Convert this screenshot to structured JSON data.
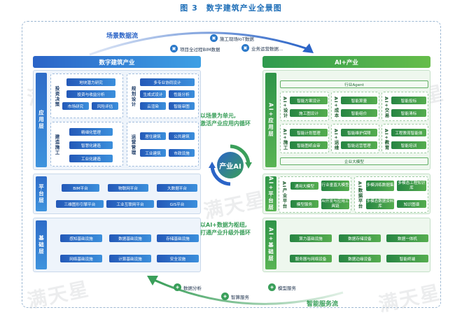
{
  "figure": {
    "number": "图 3",
    "title": "数字建筑产业全景图"
  },
  "top_flow": {
    "label": "场景数据流",
    "items": [
      "施工现场IoT数据",
      "项目全过程BIM数据",
      "业务运营数据..."
    ]
  },
  "bottom_flow": {
    "label": "智能服务流",
    "items": [
      "数据分析",
      "智算服务",
      "模型服务"
    ]
  },
  "left_panel": {
    "header": "数字建筑产业",
    "app_layer": {
      "label": "应用层",
      "groups": [
        {
          "label": "投资决策",
          "items": [
            "地块潜力研究",
            "投资与收益分析",
            "市场研究",
            "风险评估"
          ]
        },
        {
          "label": "规划设计",
          "items": [
            "多专业协同设计",
            "生成式设计",
            "性能分析",
            "云渲染",
            "智能审图"
          ]
        },
        {
          "label": "建造施工",
          "items": [
            "精细化管理",
            "智慧化建造",
            "工业化建造"
          ]
        },
        {
          "label": "运营管理",
          "items": [
            "居住建筑",
            "公共建筑",
            "工业建筑",
            "市政设施"
          ]
        }
      ]
    },
    "platform_layer": {
      "label": "平台层",
      "items": [
        "BIM平台",
        "物联网平台",
        "大数据平台",
        "三维图形引擎平台",
        "工业互联网平台",
        "GIS平台"
      ]
    },
    "base_layer": {
      "label": "基础层",
      "items": [
        "感知基础设施",
        "数据基础设施",
        "存储基础设施",
        "网络基础设施",
        "计算基础设施",
        "安全设施"
      ]
    }
  },
  "right_panel": {
    "header": "AI+产业",
    "agent_bar": "行业Agent",
    "model_bar": "企业大模型",
    "app_layer": {
      "label": "AI+应用层",
      "groups": [
        {
          "label": "AI+设计",
          "items": [
            "智能方案设计",
            "施工图设计"
          ]
        },
        {
          "label": "AI+成本",
          "items": [
            "智能算量",
            "智能组价"
          ]
        },
        {
          "label": "AI+交易",
          "items": [
            "智能投标",
            "智能清标"
          ]
        },
        {
          "label": "AI+施工",
          "items": [
            "智能计划管理",
            "智能图纸会审"
          ]
        },
        {
          "label": "AI+运维",
          "items": [
            "智能维护保障",
            "智能运营管理"
          ]
        },
        {
          "label": "AI+教育",
          "items": [
            "工程教育智能体",
            "智能培训"
          ]
        }
      ]
    },
    "platform_layer": {
      "label": "AI+平台层",
      "groups": [
        {
          "label": "AI产业平台",
          "items": [
            "通用大模型",
            "行业垂直大模型",
            "模型服务"
          ]
        },
        {
          "label": "",
          "items": [
            "AI开发与应用工具链"
          ]
        },
        {
          "label": "AI数据平台",
          "items": [
            "多模训练数据集",
            "多模态数据资料库"
          ]
        },
        {
          "label": "",
          "items": [
            "多模态工程知识库",
            "知识图谱"
          ]
        }
      ]
    },
    "base_layer": {
      "label": "AI+基础层",
      "items": [
        "算力基础设施",
        "数据存储设备",
        "数据一体机",
        "服务器与网络设备",
        "数据边缘设备",
        "智能终端"
      ]
    }
  },
  "center": {
    "hub_label": "产业AI",
    "top_text": [
      "以场景为单元,",
      "激活产业应用内循环"
    ],
    "bottom_text": [
      "以AI+数据为枢纽,",
      "打通产业升级外循环"
    ]
  },
  "watermark": "满天星",
  "colors": {
    "blue": "#2b64c7",
    "green": "#3a9f5a",
    "title": "#1f6fb8"
  }
}
